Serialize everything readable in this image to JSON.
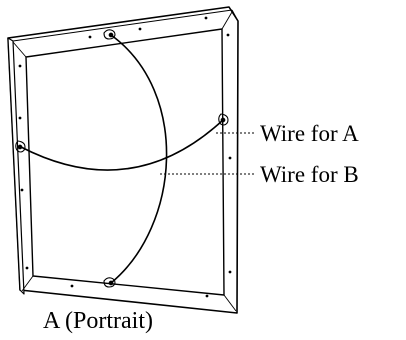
{
  "labels": {
    "wire_a": "Wire for A",
    "wire_b": "Wire for B",
    "caption": "A (Portrait)"
  },
  "colors": {
    "stroke": "#000000",
    "background": "#ffffff"
  }
}
